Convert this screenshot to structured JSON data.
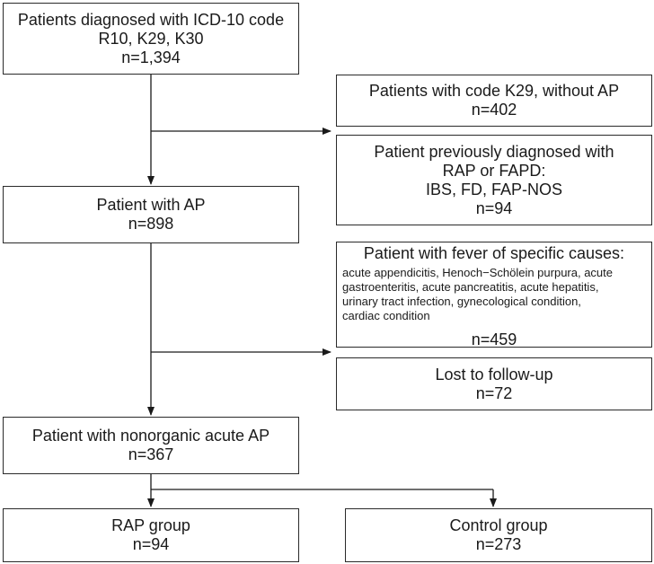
{
  "boxes": {
    "diagnosed": {
      "line1": "Patients diagnosed with ICD-10 code",
      "line2": "R10, K29, K30",
      "count": "n=1,394"
    },
    "k29_without_ap": {
      "line1": "Patients with code K29, without AP",
      "count": "n=402"
    },
    "previous_rap_fapd": {
      "line1": "Patient previously diagnosed with",
      "line2": "RAP or FAPD:",
      "line3": "IBS, FD, FAP-NOS",
      "count": "n=94"
    },
    "with_ap": {
      "line1": "Patient with AP",
      "count": "n=898"
    },
    "fever_causes": {
      "title": "Patient with fever of specific causes:",
      "details": [
        "acute appendicitis, Henoch−Schölein purpura, acute",
        "gastroenteritis, acute pancreatitis, acute hepatitis,",
        "urinary tract infection, gynecological condition,",
        "cardiac condition"
      ],
      "count": "n=459"
    },
    "lost_follow_up": {
      "line1": "Lost to follow-up",
      "count": "n=72"
    },
    "nonorganic": {
      "line1": "Patient with nonorganic acute AP",
      "count": "n=367"
    },
    "rap_group": {
      "line1": "RAP group",
      "count": "n=94"
    },
    "control_group": {
      "line1": "Control group",
      "count": "n=273"
    }
  },
  "colors": {
    "border": "#2a2a2a",
    "arrow": "#1a1a1a",
    "text": "#1a1a1a"
  }
}
